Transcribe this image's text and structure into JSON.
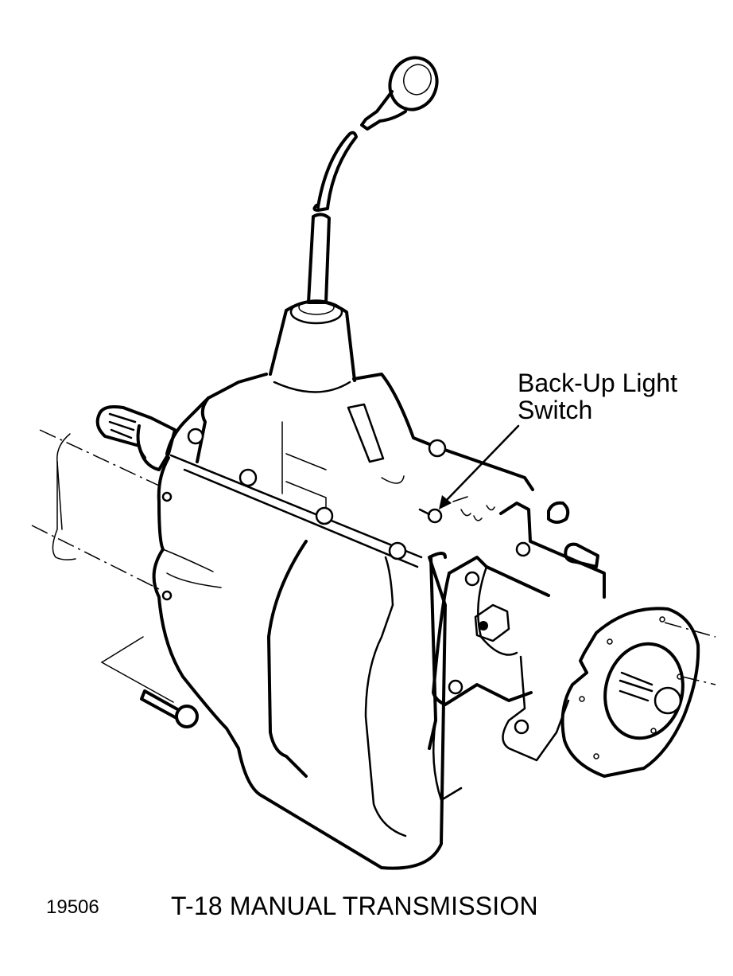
{
  "figure": {
    "number": "19506",
    "title": "T-18 MANUAL TRANSMISSION"
  },
  "callouts": [
    {
      "id": "backup-light-switch",
      "line1": "Back-Up Light",
      "line2": "Switch",
      "target": [
        548,
        645
      ]
    }
  ],
  "components": [
    "shift-knob",
    "shift-lever-upper",
    "shift-lever-lower",
    "shift-boot-tower",
    "top-cover",
    "cover-bolts",
    "input-shaft",
    "transmission-case",
    "adapter-plate",
    "extension-housing",
    "output-flange",
    "mounting-bolt",
    "bellhousing-phantom"
  ],
  "colors": {
    "line": "#000000",
    "background": "#ffffff"
  }
}
